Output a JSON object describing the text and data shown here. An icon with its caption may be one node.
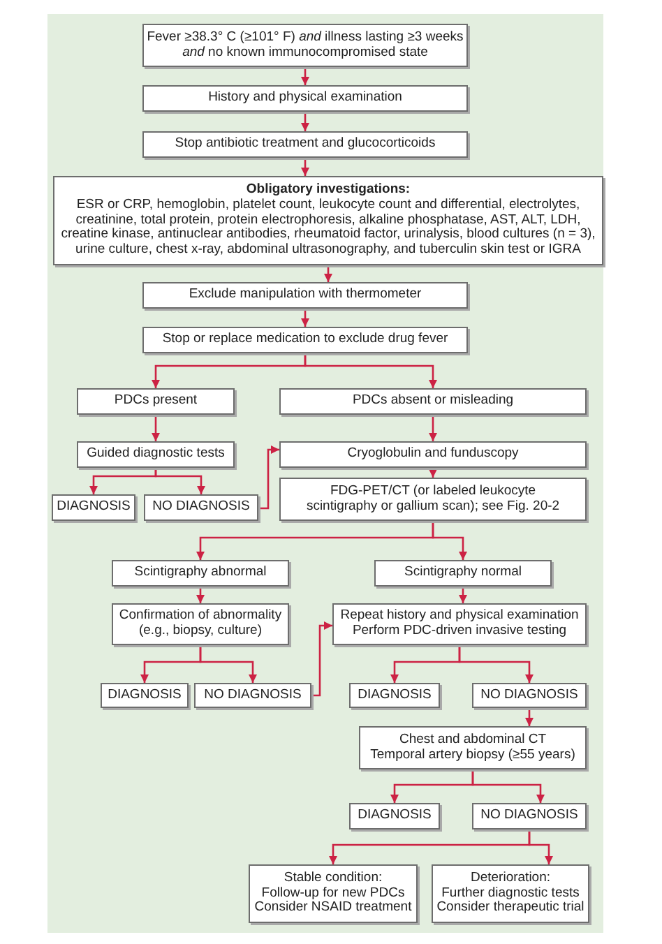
{
  "diagram": {
    "nodes": [
      {
        "text": [
          "Fever ≥38.3° C (≥101° F) *and* illness lasting ≥3 weeks *and* no known immunocompromised state"
        ]
      },
      {
        "text": [
          "History and physical examination"
        ]
      },
      {
        "text": [
          "Stop antibiotic treatment and glucocorticoids"
        ]
      },
      {
        "text": [
          "Obligatory investigations:",
          "ESR or CRP, hemoglobin, platelet count, leukocyte count and differential, electrolytes, creatinine, total protein, protein electrophoresis, alkaline phosphatase, AST, ALT, LDH, creatine kinase, antinuclear antibodies, rheumatoid factor, urinalysis, blood cultures (n = 3), urine culture, chest x-ray, abdominal ultrasonography, and tuberculin skin test or IGRA"
        ]
      },
      {
        "text": [
          "Exclude manipulation with thermometer"
        ]
      },
      {
        "text": [
          "Stop or replace medication to exclude drug fever"
        ]
      },
      {
        "text": [
          "PDCs present"
        ]
      },
      {
        "text": [
          "PDCs absent or misleading"
        ]
      },
      {
        "text": [
          "Guided diagnostic tests"
        ]
      },
      {
        "text": [
          "Cryoglobulin and funduscopy"
        ]
      },
      {
        "text": [
          "DIAGNOSIS"
        ]
      },
      {
        "text": [
          "NO DIAGNOSIS"
        ]
      },
      {
        "text": [
          "FDG-PET/CT (or labeled leukocyte scintigraphy or gallium scan); see Fig. 20-2"
        ]
      },
      {
        "text": [
          "Scintigraphy abnormal"
        ]
      },
      {
        "text": [
          "Scintigraphy normal"
        ]
      },
      {
        "text": [
          "Confirmation of abnormality (e.g., biopsy, culture)"
        ]
      },
      {
        "text": [
          "Repeat history and physical examination",
          "Perform PDC-driven invasive testing"
        ]
      },
      {
        "text": [
          "DIAGNOSIS"
        ]
      },
      {
        "text": [
          "NO DIAGNOSIS"
        ]
      },
      {
        "text": [
          "DIAGNOSIS"
        ]
      },
      {
        "text": [
          "NO DIAGNOSIS"
        ]
      },
      {
        "text": [
          "Chest and abdominal CT",
          "Temporal artery biopsy (≥55 years)"
        ]
      },
      {
        "text": [
          "DIAGNOSIS"
        ]
      },
      {
        "text": [
          "NO DIAGNOSIS"
        ]
      },
      {
        "text": [
          "Stable condition:",
          "Follow-up for new PDCs",
          "Consider NSAID treatment"
        ]
      },
      {
        "text": [
          "Deterioration:",
          "Further diagnostic tests",
          "Consider therapeutic trial"
        ]
      }
    ],
    "edges": [
      {
        "from": 0,
        "to": 1,
        "arrow": "to"
      },
      {
        "from": 1,
        "to": 2,
        "arrow": "to"
      },
      {
        "from": 2,
        "to": 3,
        "arrow": "to"
      },
      {
        "from": 3,
        "to": 4,
        "arrow": "to"
      },
      {
        "from": 4,
        "to": 5,
        "arrow": "to"
      },
      {
        "from": 5,
        "to": 6,
        "arrow": "to"
      },
      {
        "from": 5,
        "to": 7,
        "arrow": "to"
      },
      {
        "from": 6,
        "to": 8,
        "arrow": "to"
      },
      {
        "from": 7,
        "to": 9,
        "arrow": "to"
      },
      {
        "from": 8,
        "to": 10,
        "arrow": "to"
      },
      {
        "from": 8,
        "to": 11,
        "arrow": "to"
      },
      {
        "from": 11,
        "to": 9,
        "arrow": "to"
      },
      {
        "from": 9,
        "to": 12,
        "arrow": "to"
      },
      {
        "from": 12,
        "to": 13,
        "arrow": "to"
      },
      {
        "from": 12,
        "to": 14,
        "arrow": "to"
      },
      {
        "from": 13,
        "to": 15,
        "arrow": "to"
      },
      {
        "from": 14,
        "to": 16,
        "arrow": "to"
      },
      {
        "from": 15,
        "to": 17,
        "arrow": "to"
      },
      {
        "from": 15,
        "to": 18,
        "arrow": "to"
      },
      {
        "from": 18,
        "to": 16,
        "arrow": "to"
      },
      {
        "from": 16,
        "to": 19,
        "arrow": "to"
      },
      {
        "from": 16,
        "to": 20,
        "arrow": "to"
      },
      {
        "from": 20,
        "to": 21,
        "arrow": "to"
      },
      {
        "from": 21,
        "to": 22,
        "arrow": "to"
      },
      {
        "from": 21,
        "to": 23,
        "arrow": "to"
      },
      {
        "from": 23,
        "to": 24,
        "arrow": "to"
      },
      {
        "from": 23,
        "to": 25,
        "arrow": "to"
      }
    ]
  }
}
